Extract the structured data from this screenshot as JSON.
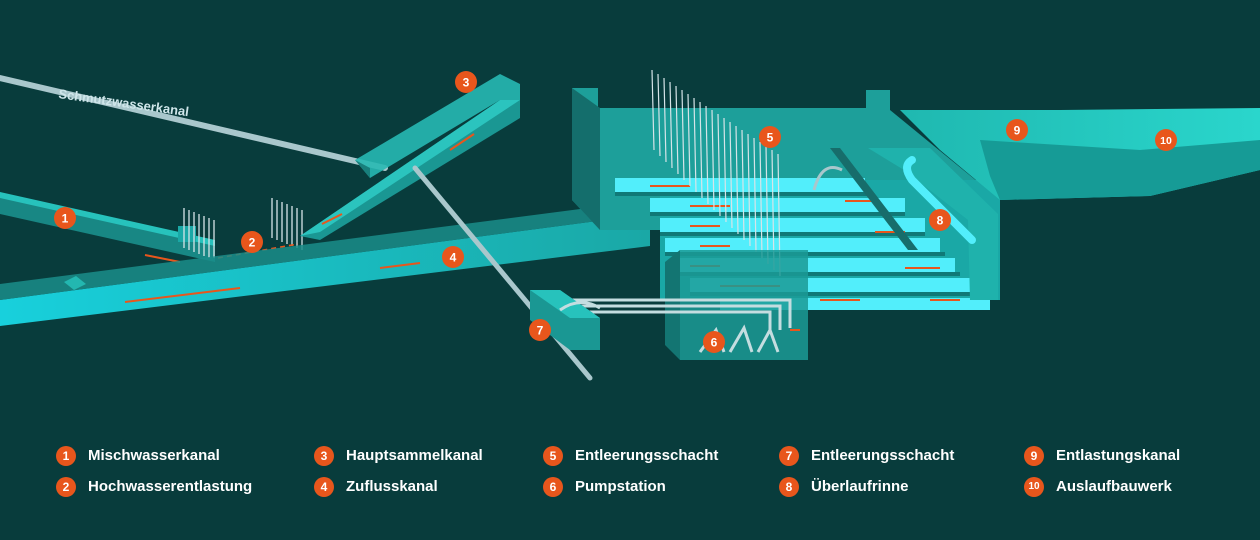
{
  "pipe_label": "Schmutzwasserkanal",
  "markers": [
    {
      "num": "1"
    },
    {
      "num": "2"
    },
    {
      "num": "3"
    },
    {
      "num": "4"
    },
    {
      "num": "5"
    },
    {
      "num": "6"
    },
    {
      "num": "7"
    },
    {
      "num": "8"
    },
    {
      "num": "9"
    },
    {
      "num": "10"
    }
  ],
  "legend": [
    {
      "num": "1",
      "label": "Mischwasserkanal"
    },
    {
      "num": "2",
      "label": "Hochwasserentlastung"
    },
    {
      "num": "3",
      "label": "Hauptsammelkanal"
    },
    {
      "num": "4",
      "label": "Zuflusskanal"
    },
    {
      "num": "5",
      "label": "Entleerungsschacht"
    },
    {
      "num": "6",
      "label": "Pumpstation"
    },
    {
      "num": "7",
      "label": "Entleerungsschacht"
    },
    {
      "num": "8",
      "label": "Überlaufrinne"
    },
    {
      "num": "9",
      "label": "Entlastungskanal"
    },
    {
      "num": "10",
      "label": "Auslaufbauwerk"
    }
  ],
  "colors": {
    "background": "#083c3c",
    "channel": "#1fa6a0",
    "channel_light": "#35d6e8",
    "water": "#4ff0ff",
    "marker": "#e8561c",
    "pipe": "#a9c7cc"
  }
}
